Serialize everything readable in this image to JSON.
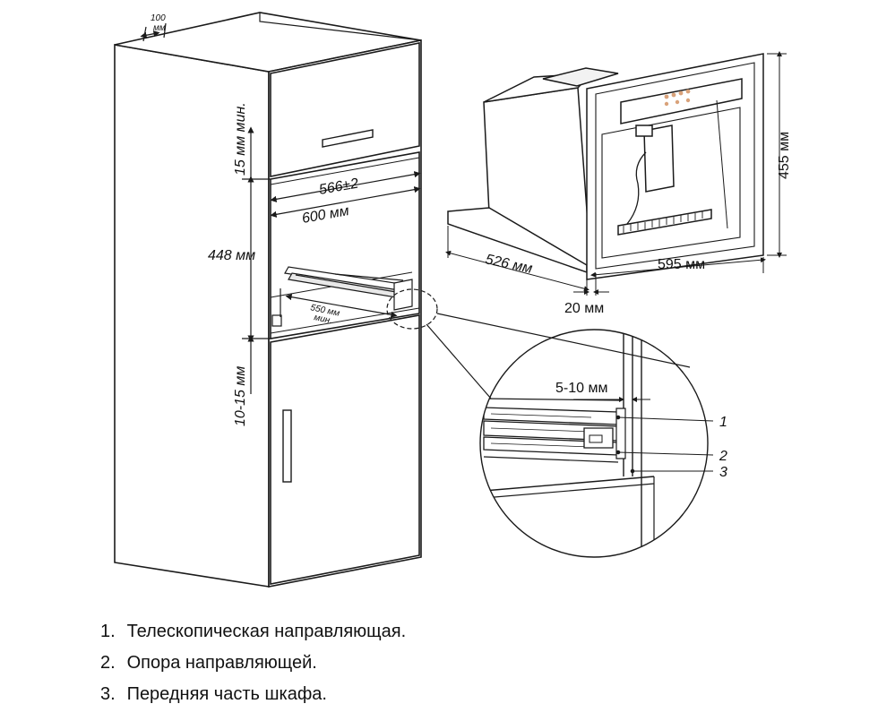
{
  "dimensions": {
    "top_gap": "100",
    "top_gap_unit": "мм",
    "min_top_clearance": "15 мм мин.",
    "niche_width_tol": "566±2",
    "cabinet_width": "600 мм",
    "niche_height": "448 мм",
    "depth_min_value": "550 мм",
    "depth_min_suffix": "мин.",
    "bottom_gap": "10-15 мм",
    "appliance_height": "455 мм",
    "appliance_depth": "526 мм",
    "appliance_width": "595 мм",
    "front_thickness": "20 мм",
    "rail_offset": "5-10 мм"
  },
  "callouts": [
    "1",
    "2",
    "3"
  ],
  "legend": [
    {
      "number": "1.",
      "text": "Телескопическая направляющая."
    },
    {
      "number": "2.",
      "text": "Опора направляющей."
    },
    {
      "number": "3.",
      "text": "Передняя часть шкафа."
    }
  ],
  "colors": {
    "line": "#1a1a1a",
    "display_led": "#d9a27a",
    "background": "#ffffff"
  }
}
